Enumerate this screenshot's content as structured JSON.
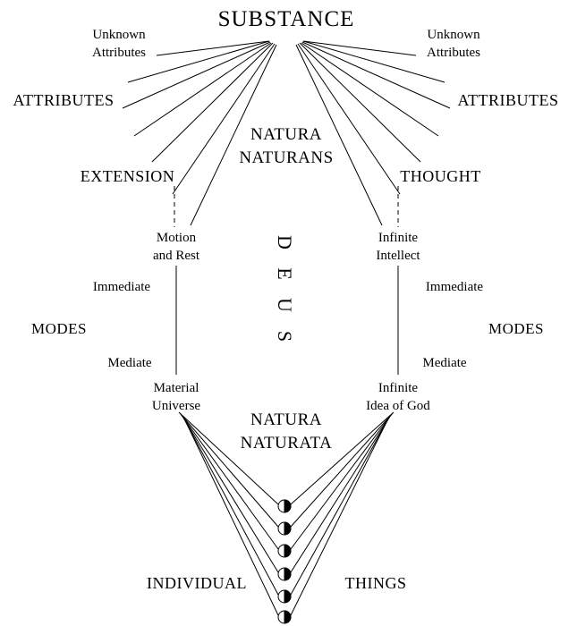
{
  "diagram": {
    "title": "SUBSTANCE",
    "natura_naturans": {
      "line1": "NATURA",
      "line2": "NATURANS"
    },
    "natura_naturata": {
      "line1": "NATURA",
      "line2": "NATURATA"
    },
    "deus": [
      "D",
      "E",
      "U",
      "S"
    ],
    "left": {
      "unknown_attributes": {
        "line1": "Unknown",
        "line2": "Attributes"
      },
      "attributes": "ATTRIBUTES",
      "attribute_name": "EXTENSION",
      "immediate_mode": {
        "line1": "Motion",
        "line2": "and Rest"
      },
      "immediate_label": "Immediate",
      "modes_label": "MODES",
      "mediate_label": "Mediate",
      "mediate_mode": {
        "line1": "Material",
        "line2": "Universe"
      }
    },
    "right": {
      "unknown_attributes": {
        "line1": "Unknown",
        "line2": "Attributes"
      },
      "attributes": "ATTRIBUTES",
      "attribute_name": "THOUGHT",
      "immediate_mode": {
        "line1": "Infinite",
        "line2": "Intellect"
      },
      "immediate_label": "Immediate",
      "modes_label": "MODES",
      "mediate_label": "Mediate",
      "mediate_mode": {
        "line1": "Infinite",
        "line2": "Idea of God"
      }
    },
    "bottom": {
      "individual": "INDIVIDUAL",
      "things": "THINGS"
    }
  },
  "colors": {
    "background": "#ffffff",
    "line": "#000000",
    "text": "#000000"
  }
}
